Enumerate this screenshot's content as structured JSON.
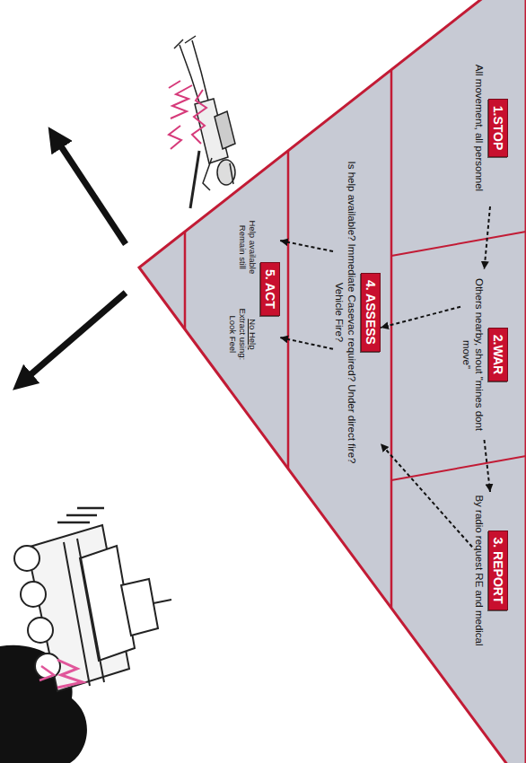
{
  "diagram": {
    "nodes": [
      {
        "text": [
          "1.STOP",
          "All movement, all personnel"
        ]
      },
      {
        "text": [
          "2.WAR",
          "Others nearby, shout \"mines dont move\""
        ]
      },
      {
        "text": [
          "3. REPORT",
          "By radio request RE and medical"
        ]
      },
      {
        "text": [
          "4. ASSESS",
          "Is help available? Immediate Casevac required? Under direct fire? Vehicle Fire?"
        ]
      },
      {
        "text": [
          "5. ACT",
          "Help available Remain still",
          "No Help",
          "Extract using: Look Feel"
        ]
      }
    ],
    "edges": [
      {
        "from": 0,
        "to": 1,
        "arrow": "to"
      },
      {
        "from": 1,
        "to": 2,
        "arrow": "to"
      },
      {
        "from": 2,
        "to": 3,
        "arrow": "to"
      },
      {
        "from": 1,
        "to": 3,
        "arrow": "to"
      },
      {
        "from": 3,
        "to": 4,
        "arrow": "to"
      },
      {
        "from": 3,
        "to": 4,
        "arrow": "to"
      }
    ]
  }
}
